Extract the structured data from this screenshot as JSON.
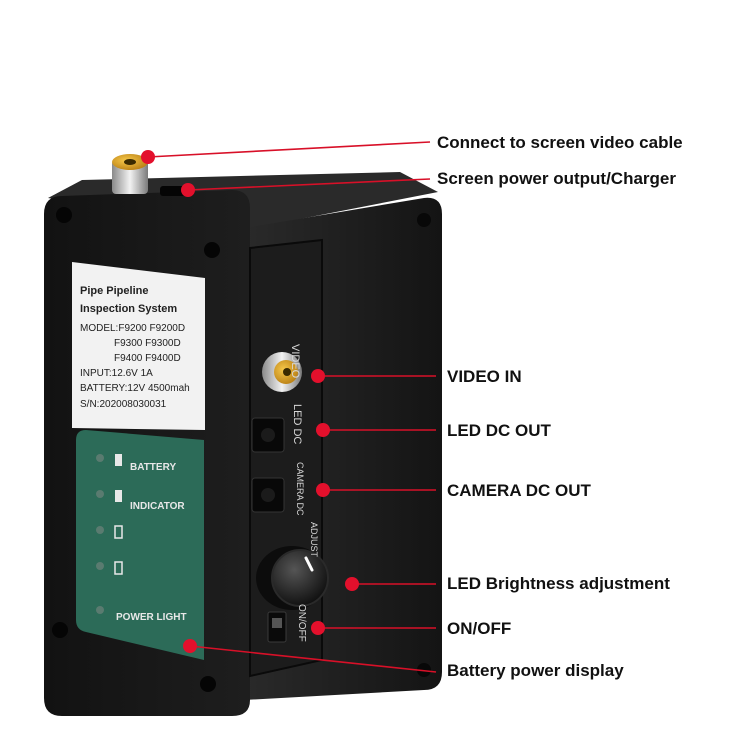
{
  "colors": {
    "body": "#1b1b1b",
    "callout_dot": "#e3102c",
    "callout_line": "#d81028",
    "led_panel": "#2c6b58",
    "sticker": "#f2f2f2",
    "rca_gold": "#e2a21a"
  },
  "sticker": {
    "title_line1": "Pipe Pipeline",
    "title_line2": "Inspection System",
    "model_line1": "MODEL:F9200  F9200D",
    "model_line2": "F9300  F9300D",
    "model_line3": "F9400  F9400D",
    "input": "INPUT:12.6V 1A",
    "battery": "BATTERY:12V 4500mah",
    "serial": "S/N:202008030031"
  },
  "led_panel": {
    "battery": "BATTERY",
    "indicator": "INDICATOR",
    "power_light": "POWER LIGHT"
  },
  "ports": {
    "video": "VIDEO",
    "led_dc": "LED DC",
    "camera_dc": "CAMERA DC",
    "adjust": "ADJUST",
    "on_off": "ON/OFF"
  },
  "callouts": {
    "video_cable": "Connect to screen video cable",
    "power_output": "Screen power output/Charger",
    "video_in": "VIDEO IN",
    "led_dc_out": "LED DC OUT",
    "camera_dc_out": "CAMERA DC OUT",
    "brightness": "LED Brightness adjustment",
    "on_off": "ON/OFF",
    "battery_display": "Battery power display"
  }
}
